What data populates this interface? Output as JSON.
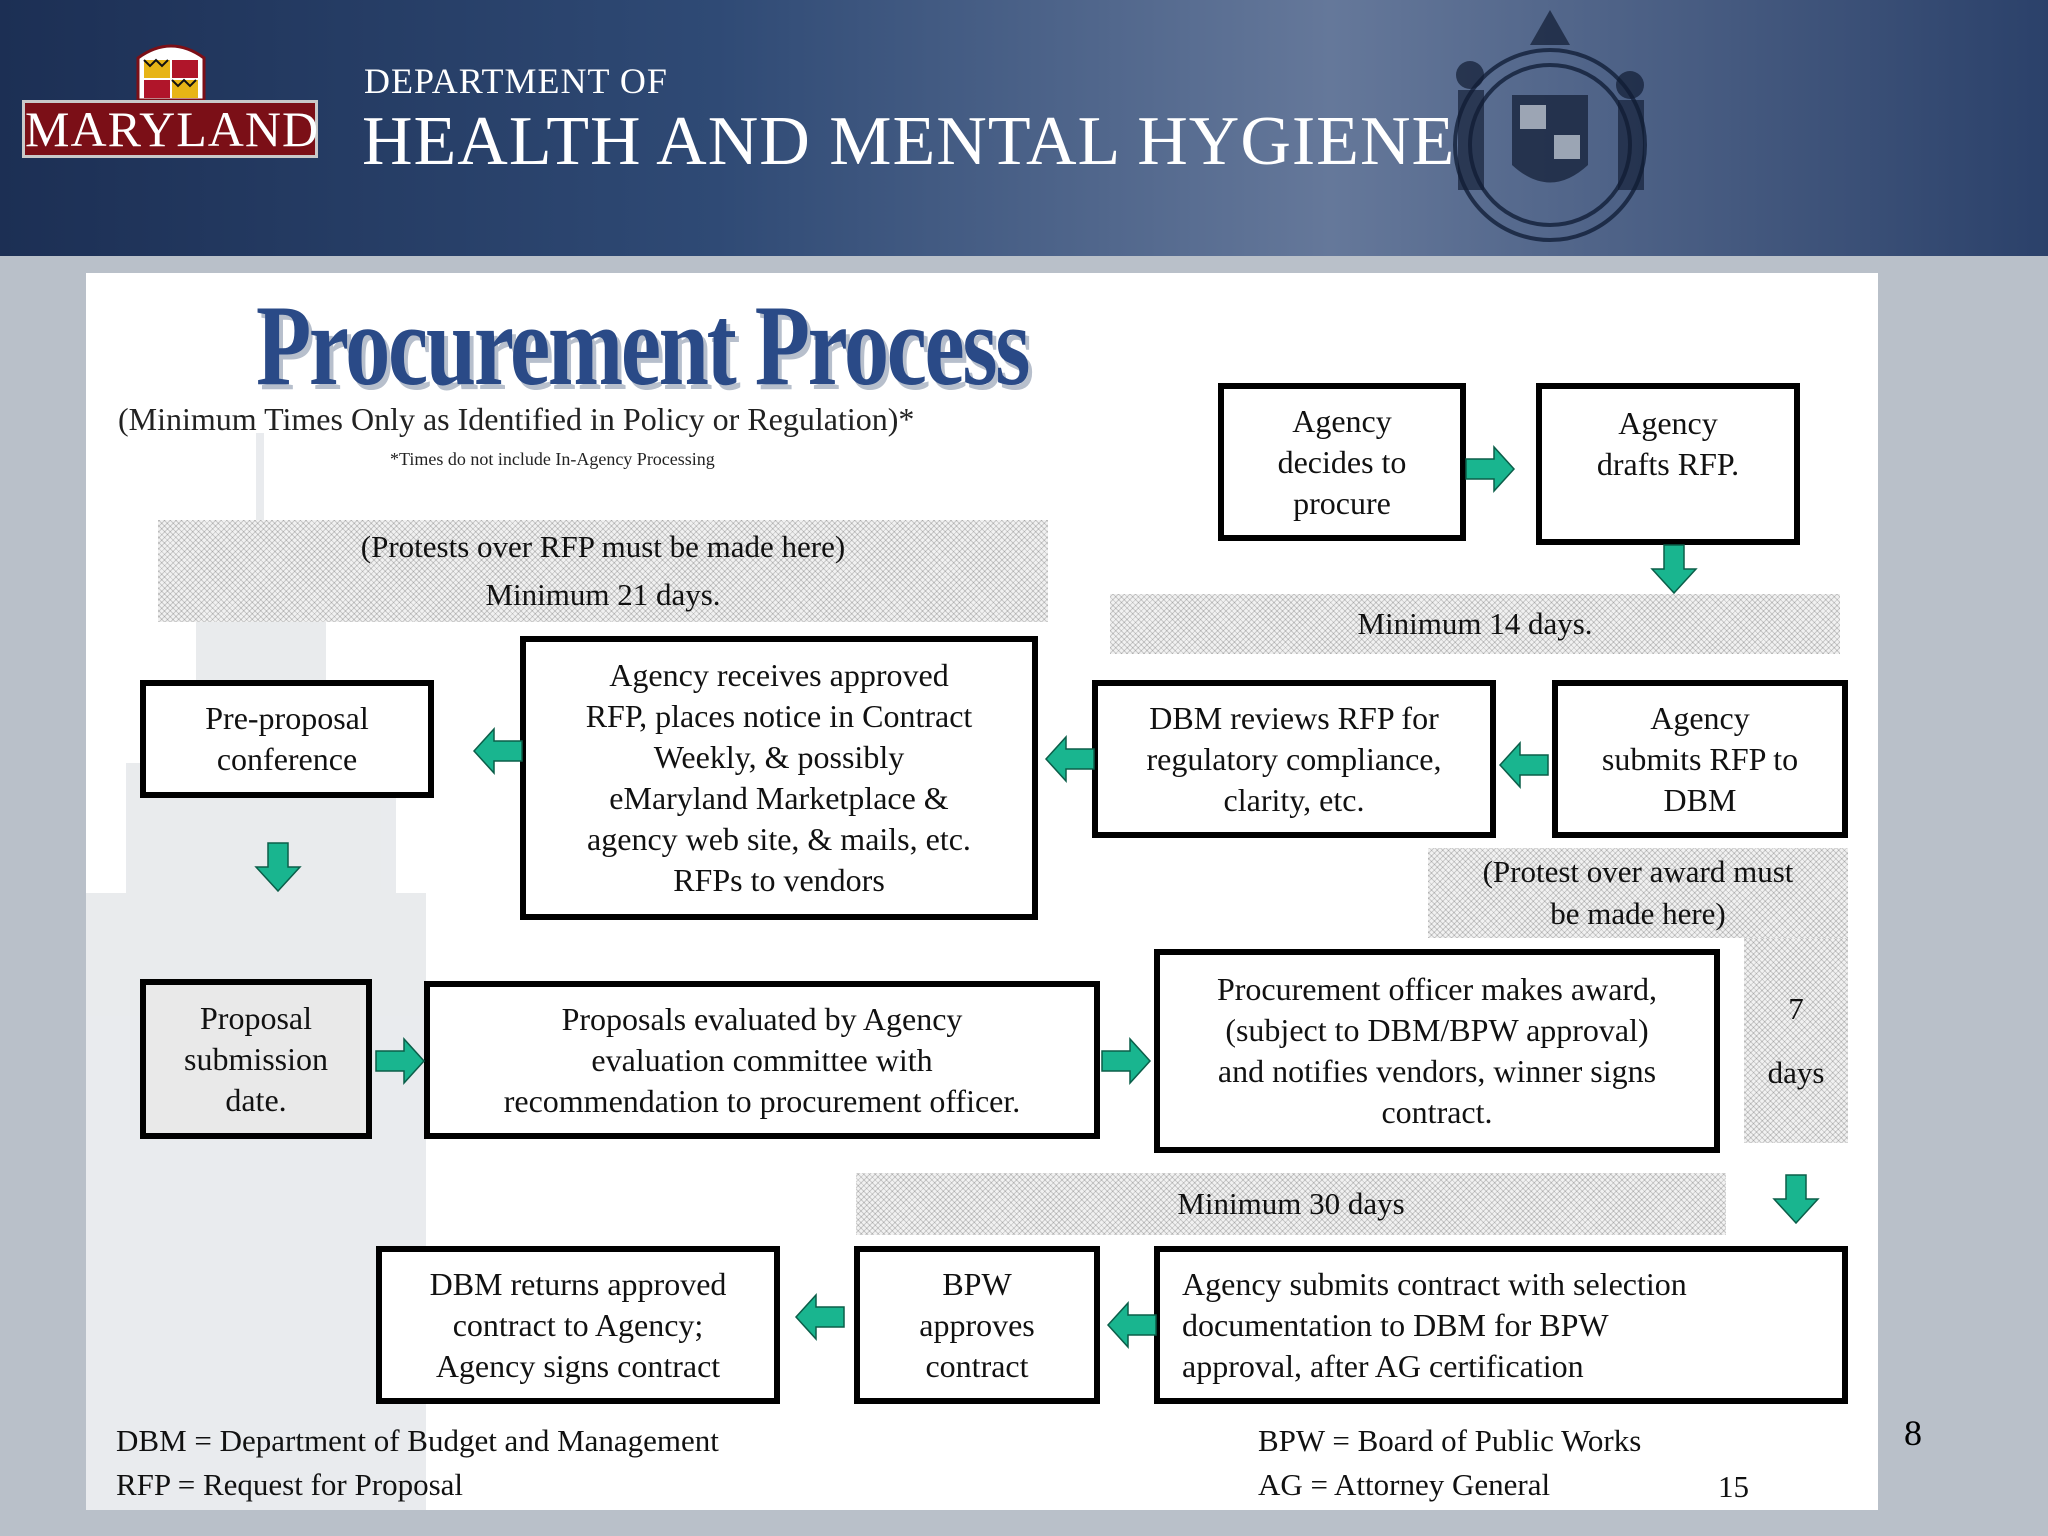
{
  "header": {
    "logo_text": "MARYLAND",
    "dept_line1": "DEPARTMENT OF",
    "dept_line2": "HEALTH AND MENTAL HYGIENE"
  },
  "slide": {
    "title": "Procurement Process",
    "subtitle": "(Minimum Times Only as Identified in Policy or Regulation)*",
    "footnote": "*Times do not include In-Agency Processing",
    "bands": {
      "protests_rfp": [
        "(Protests over RFP must be made here)",
        "Minimum 21 days."
      ],
      "min_14": "Minimum 14 days.",
      "protest_award": [
        "(Protest over award must",
        "be made here)"
      ],
      "seven_days": [
        "7",
        "days"
      ],
      "min_30": "Minimum 30 days"
    },
    "boxes": {
      "agency_decides": [
        "Agency",
        "decides to",
        "procure"
      ],
      "agency_drafts": [
        "Agency",
        "drafts RFP."
      ],
      "agency_submits_rfp": [
        "Agency",
        "submits RFP to",
        "DBM"
      ],
      "dbm_reviews": [
        "DBM reviews RFP for",
        "regulatory compliance,",
        "clarity, etc."
      ],
      "agency_receives": [
        "Agency receives approved",
        "RFP, places notice in Contract",
        "Weekly,  & possibly",
        "eMaryland Marketplace &",
        "agency web site, & mails, etc.",
        "RFPs to vendors"
      ],
      "pre_proposal": [
        "Pre-proposal",
        "conference"
      ],
      "proposal_submission": [
        "Proposal",
        "submission",
        "date."
      ],
      "proposals_evaluated": [
        "Proposals evaluated by Agency",
        "evaluation committee with",
        "recommendation to procurement officer."
      ],
      "procurement_officer": [
        "Procurement officer makes award,",
        "(subject to DBM/BPW approval)",
        "and notifies vendors, winner signs",
        "contract."
      ],
      "agency_submits_contract": [
        "Agency submits contract with selection",
        "documentation to DBM for BPW",
        "approval, after AG certification"
      ],
      "bpw_approves": [
        "BPW",
        "approves",
        "contract"
      ],
      "dbm_returns": [
        "DBM returns approved",
        "contract to Agency;",
        "Agency signs contract"
      ]
    },
    "legend": {
      "dbm": "DBM = Department of Budget and Management",
      "rfp": "RFP = Request for Proposal",
      "bpw": "BPW = Board of Public Works",
      "ag": "AG = Attorney General",
      "inner_page": "15"
    }
  },
  "page_number": "8",
  "colors": {
    "arrow": "#19b58f",
    "title": "#2a4a87",
    "header_dark": "#1c2f54",
    "logo_plate": "#7b0f17"
  }
}
